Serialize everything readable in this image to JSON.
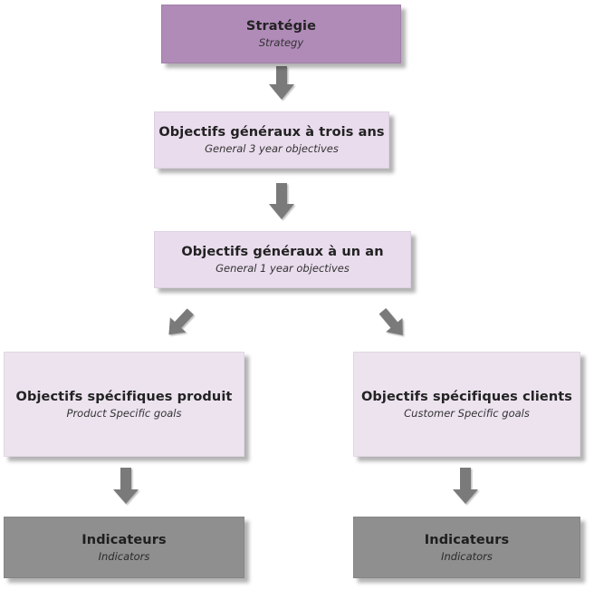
{
  "nodes": {
    "strategy": {
      "fr": "Stratégie",
      "en": "Strategy"
    },
    "objectives_3_year": {
      "fr": "Objectifs généraux à trois ans",
      "en": "General 3 year objectives"
    },
    "objectives_1_year": {
      "fr": "Objectifs généraux à un an",
      "en": "General 1 year objectives"
    },
    "product_goals": {
      "fr": "Objectifs spécifiques produit",
      "en": "Product Specific goals"
    },
    "client_goals": {
      "fr": "Objectifs spécifiques clients",
      "en": "Customer Specific goals"
    },
    "indicators_left": {
      "fr": "Indicateurs",
      "en": "Indicators"
    },
    "indicators_right": {
      "fr": "Indicateurs",
      "en": "Indicators"
    }
  },
  "colors": {
    "strategy_fill": "#b08bb8",
    "objective_fill": "#e9dced",
    "indicator_fill": "#8f8f8f",
    "arrow": "#7a7a7a"
  },
  "edges": [
    [
      "strategy",
      "objectives_3_year"
    ],
    [
      "objectives_3_year",
      "objectives_1_year"
    ],
    [
      "objectives_1_year",
      "product_goals"
    ],
    [
      "objectives_1_year",
      "client_goals"
    ],
    [
      "product_goals",
      "indicators_left"
    ],
    [
      "client_goals",
      "indicators_right"
    ]
  ]
}
